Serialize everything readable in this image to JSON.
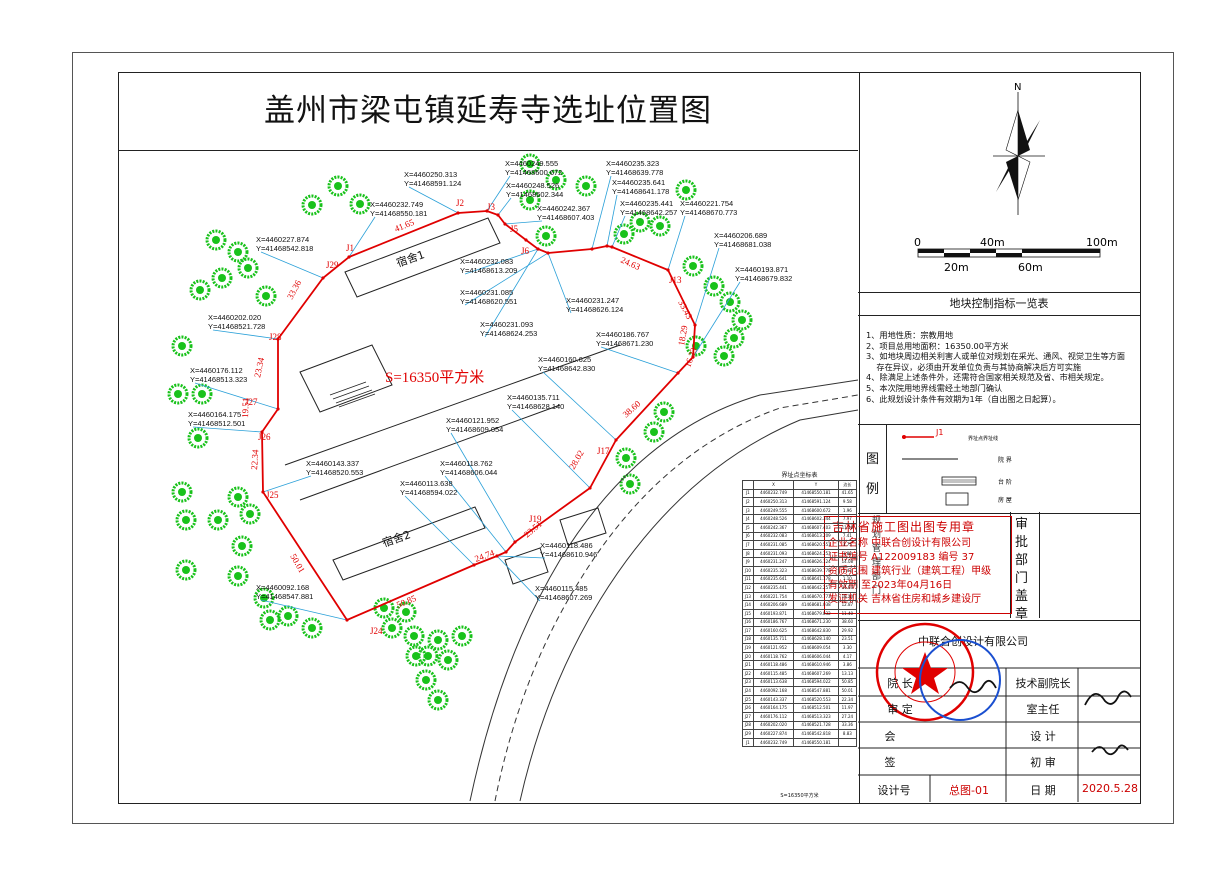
{
  "title": "盖州市梁屯镇延寿寺选址位置图",
  "north_label": "N",
  "scale_bar": {
    "labels_top": [
      "0",
      "40m",
      "100m"
    ],
    "labels_bottom": [
      "20m",
      "60m"
    ]
  },
  "area_label": "S=16350平方米",
  "buildings": [
    {
      "label": "宿舍1"
    },
    {
      "label": "宿舍2"
    }
  ],
  "boundary_segments": [
    {
      "label": "41.65"
    },
    {
      "label": "33.36"
    },
    {
      "label": "23.34"
    },
    {
      "label": "22.34"
    },
    {
      "label": "19.51"
    },
    {
      "label": "24.74"
    },
    {
      "label": "50.01"
    },
    {
      "label": "50.85"
    },
    {
      "label": "23.51"
    },
    {
      "label": "28.02"
    },
    {
      "label": "38.60"
    },
    {
      "label": "24.63"
    },
    {
      "label": "33.43"
    },
    {
      "label": "16.23"
    },
    {
      "label": "18.29"
    }
  ],
  "points": [
    {
      "id": "J1"
    },
    {
      "id": "J2"
    },
    {
      "id": "J3"
    },
    {
      "id": "J5"
    },
    {
      "id": "J6"
    },
    {
      "id": "J13"
    },
    {
      "id": "J17"
    },
    {
      "id": "J19"
    },
    {
      "id": "J24"
    },
    {
      "id": "J25"
    },
    {
      "id": "J26"
    },
    {
      "id": "J27"
    },
    {
      "id": "J28"
    },
    {
      "id": "J29"
    }
  ],
  "coord_labels": [
    {
      "x": "X=4460250.313",
      "y": "Y=41468591.124"
    },
    {
      "x": "X=4460249.555",
      "y": "Y=41468600.672"
    },
    {
      "x": "X=4460248.526",
      "y": "Y=41468602.344"
    },
    {
      "x": "X=4460242.367",
      "y": "Y=41468607.403"
    },
    {
      "x": "X=4460235.323",
      "y": "Y=41468639.778"
    },
    {
      "x": "X=4460235.641",
      "y": "Y=41468641.178"
    },
    {
      "x": "X=4460235.441",
      "y": "Y=41468642.257"
    },
    {
      "x": "X=4460221.754",
      "y": "Y=41468670.773"
    },
    {
      "x": "X=4460206.689",
      "y": "Y=41468681.038"
    },
    {
      "x": "X=4460193.871",
      "y": "Y=41468679.832"
    },
    {
      "x": "X=4460232.749",
      "y": "Y=41468550.181"
    },
    {
      "x": "X=4460227.874",
      "y": "Y=41468542.818"
    },
    {
      "x": "X=4460232.083",
      "y": "Y=41468613.209"
    },
    {
      "x": "X=4460231.085",
      "y": "Y=41468620.551"
    },
    {
      "x": "X=4460231.247",
      "y": "Y=41468626.124"
    },
    {
      "x": "X=4460231.093",
      "y": "Y=41468624.253"
    },
    {
      "x": "X=4460202.020",
      "y": "Y=41468521.728"
    },
    {
      "x": "X=4460186.767",
      "y": "Y=41468671.230"
    },
    {
      "x": "X=4460160.625",
      "y": "Y=41468642.830"
    },
    {
      "x": "X=4460176.112",
      "y": "Y=41468513.323"
    },
    {
      "x": "X=4460135.711",
      "y": "Y=41468628.140"
    },
    {
      "x": "X=4460164.175",
      "y": "Y=41468512.501"
    },
    {
      "x": "X=4460121.952",
      "y": "Y=41468609.054"
    },
    {
      "x": "X=4460143.337",
      "y": "Y=41468520.553"
    },
    {
      "x": "X=4460118.762",
      "y": "Y=41468606.044"
    },
    {
      "x": "X=4460113.638",
      "y": "Y=41468594.022"
    },
    {
      "x": "X=4460118.486",
      "y": "Y=41468610.946"
    },
    {
      "x": "X=4460092.168",
      "y": "Y=41468547.881"
    },
    {
      "x": "X=4460115.485",
      "y": "Y=41468607.269"
    }
  ],
  "coord_table": {
    "title": "界址点坐标表",
    "headers": [
      "",
      "X",
      "Y",
      "边长"
    ],
    "rows": [
      [
        "J1",
        "4460232.749",
        "41468550.181",
        "41.65"
      ],
      [
        "J2",
        "4460250.313",
        "41468591.124",
        "9.58"
      ],
      [
        "J3",
        "4460249.555",
        "41468600.672",
        "1.96"
      ],
      [
        "J4",
        "4460248.526",
        "41468602.344",
        "7.97"
      ],
      [
        "J5",
        "4460242.367",
        "41468607.403",
        "11.16"
      ],
      [
        "J6",
        "4460232.083",
        "41468613.209",
        "7.41"
      ],
      [
        "J7",
        "4460231.085",
        "41468620.551",
        "3.75"
      ],
      [
        "J8",
        "4460231.093",
        "41468624.253",
        "1.88"
      ],
      [
        "J9",
        "4460231.247",
        "41468626.124",
        "14.08"
      ],
      [
        "J10",
        "4460235.323",
        "41468639.778",
        "1.43"
      ],
      [
        "J11",
        "4460235.641",
        "41468641.178",
        "1.10"
      ],
      [
        "J12",
        "4460235.441",
        "41468642.257",
        "31.63"
      ],
      [
        "J13",
        "4460221.754",
        "41468670.773",
        "18.23"
      ],
      [
        "J14",
        "4460206.689",
        "41468681.038",
        "12.87"
      ],
      [
        "J15",
        "4460193.871",
        "41468679.832",
        "11.40"
      ],
      [
        "J16",
        "4460186.767",
        "41468671.230",
        "38.60"
      ],
      [
        "J17",
        "4460160.625",
        "41468642.830",
        "29.92"
      ],
      [
        "J18",
        "4460135.711",
        "41468628.140",
        "23.51"
      ],
      [
        "J19",
        "4460121.952",
        "41468609.054",
        "3.30"
      ],
      [
        "J20",
        "4460118.762",
        "41468606.044",
        "4.17"
      ],
      [
        "J21",
        "4460118.486",
        "41468610.946",
        "3.86"
      ],
      [
        "J22",
        "4460115.485",
        "41468607.269",
        "13.13"
      ],
      [
        "J23",
        "4460113.638",
        "41468594.022",
        "50.85"
      ],
      [
        "J24",
        "4460092.168",
        "41468547.881",
        "50.01"
      ],
      [
        "J25",
        "4460143.337",
        "41468520.553",
        "22.34"
      ],
      [
        "J26",
        "4460164.175",
        "41468512.501",
        "11.97"
      ],
      [
        "J27",
        "4460176.112",
        "41468513.323",
        "27.24"
      ],
      [
        "J28",
        "4460202.020",
        "41468521.728",
        "33.36"
      ],
      [
        "J29",
        "4460227.874",
        "41468542.818",
        "8.83"
      ],
      [
        "J1",
        "4460232.749",
        "41468550.181",
        ""
      ]
    ],
    "footer": "S=16350平方米"
  },
  "control": {
    "title": "地块控制指标一览表",
    "items": [
      "1、用地性质：宗教用地",
      "2、项目总用地面积：16350.00平方米",
      "3、如地块周边相关利害人或单位对规划在采光、通风、视觉卫生等方面",
      "    存在异议，必须由开发单位负责与其协商解决后方可实施",
      "4、除满足上述条件外，还需符合国家相关规范及省、市相关规定。",
      "5、本次院用地界线需经土地部门确认",
      "6、此规划设计条件有效期为1年（自出图之日起算）。"
    ]
  },
  "legend": {
    "label": "图例",
    "items": [
      {
        "symbol_text": "J1",
        "text": "界址点界址线"
      },
      {
        "symbol_text": "",
        "text": "院  界"
      },
      {
        "symbol_text": "",
        "text": "台  阶"
      },
      {
        "symbol_text": "",
        "text": "房  屋"
      }
    ]
  },
  "stamp": {
    "lines": [
      "吉林省施工图出图专用章",
      "企业名称  中联合创设计有限公司",
      "证书编号  A122009183  编号 37",
      "资质范围  建筑行业（建筑工程）甲级",
      "有效期  至2023年04月16日",
      "发证机关  吉林省住房和城乡建设厅"
    ],
    "approval_label": "审批部门盖章",
    "left_label": "规划管理部门"
  },
  "title_block": {
    "company": "中联合创设计有限公司",
    "rows": [
      {
        "left": "院  长",
        "right": "技术副院长"
      },
      {
        "left": "审  定",
        "right": "室主任"
      },
      {
        "left": "会",
        "right": "设  计"
      },
      {
        "left": "签",
        "right": "初  审"
      }
    ],
    "design_no_label": "设计号",
    "drawing_no": "总图-01",
    "date_label": "日  期",
    "date": "2020.5.28"
  },
  "colors": {
    "boundary": "#e00000",
    "leader": "#2aa0d8",
    "tree": "#19c21b",
    "stamp": "#cc0000"
  }
}
